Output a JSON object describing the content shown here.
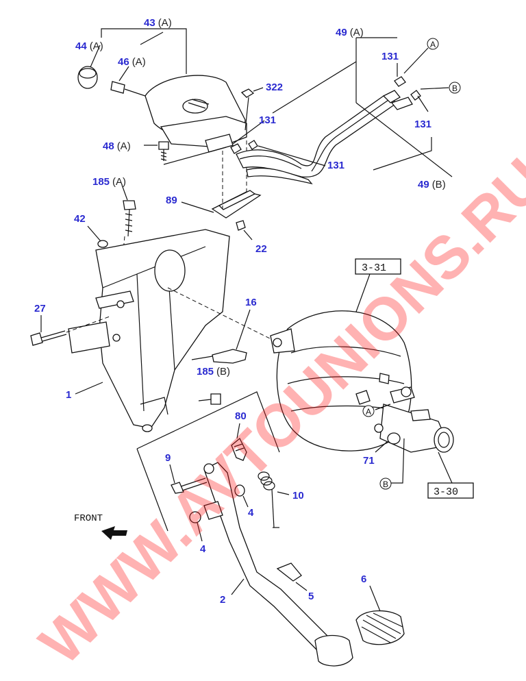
{
  "callouts": {
    "p43": {
      "num": "43",
      "suffix": "(A)"
    },
    "p44": {
      "num": "44",
      "suffix": "(A)"
    },
    "p46": {
      "num": "46",
      "suffix": "(A)"
    },
    "p322": {
      "num": "322"
    },
    "p131a": {
      "num": "131"
    },
    "p131b": {
      "num": "131"
    },
    "p131c": {
      "num": "131"
    },
    "p131d": {
      "num": "131"
    },
    "p49a": {
      "num": "49",
      "suffix": "(A)"
    },
    "p49b": {
      "num": "49",
      "suffix": "(B)"
    },
    "p48": {
      "num": "48",
      "suffix": "(A)"
    },
    "p185a": {
      "num": "185",
      "suffix": "(A)"
    },
    "p89": {
      "num": "89"
    },
    "p42": {
      "num": "42"
    },
    "p22": {
      "num": "22"
    },
    "p27": {
      "num": "27"
    },
    "p16": {
      "num": "16"
    },
    "p185b": {
      "num": "185",
      "suffix": "(B)"
    },
    "p1": {
      "num": "1"
    },
    "p80": {
      "num": "80"
    },
    "p9": {
      "num": "9"
    },
    "p10": {
      "num": "10"
    },
    "p4a": {
      "num": "4"
    },
    "p4b": {
      "num": "4"
    },
    "p71": {
      "num": "71"
    },
    "p2": {
      "num": "2"
    },
    "p5": {
      "num": "5"
    },
    "p6": {
      "num": "6"
    }
  },
  "circled_refs": {
    "a_top": "A",
    "b_top": "B",
    "a_booster": "A",
    "b_booster": "B"
  },
  "section_refs": {
    "booster": "3-31",
    "master_cylinder": "3-30"
  },
  "front_label": "FRONT",
  "watermark": "WWW.AVTOUNIONS.RU",
  "colors": {
    "callout": "#2a2ad0",
    "line": "#111111",
    "watermark": "#ff1a1a"
  }
}
